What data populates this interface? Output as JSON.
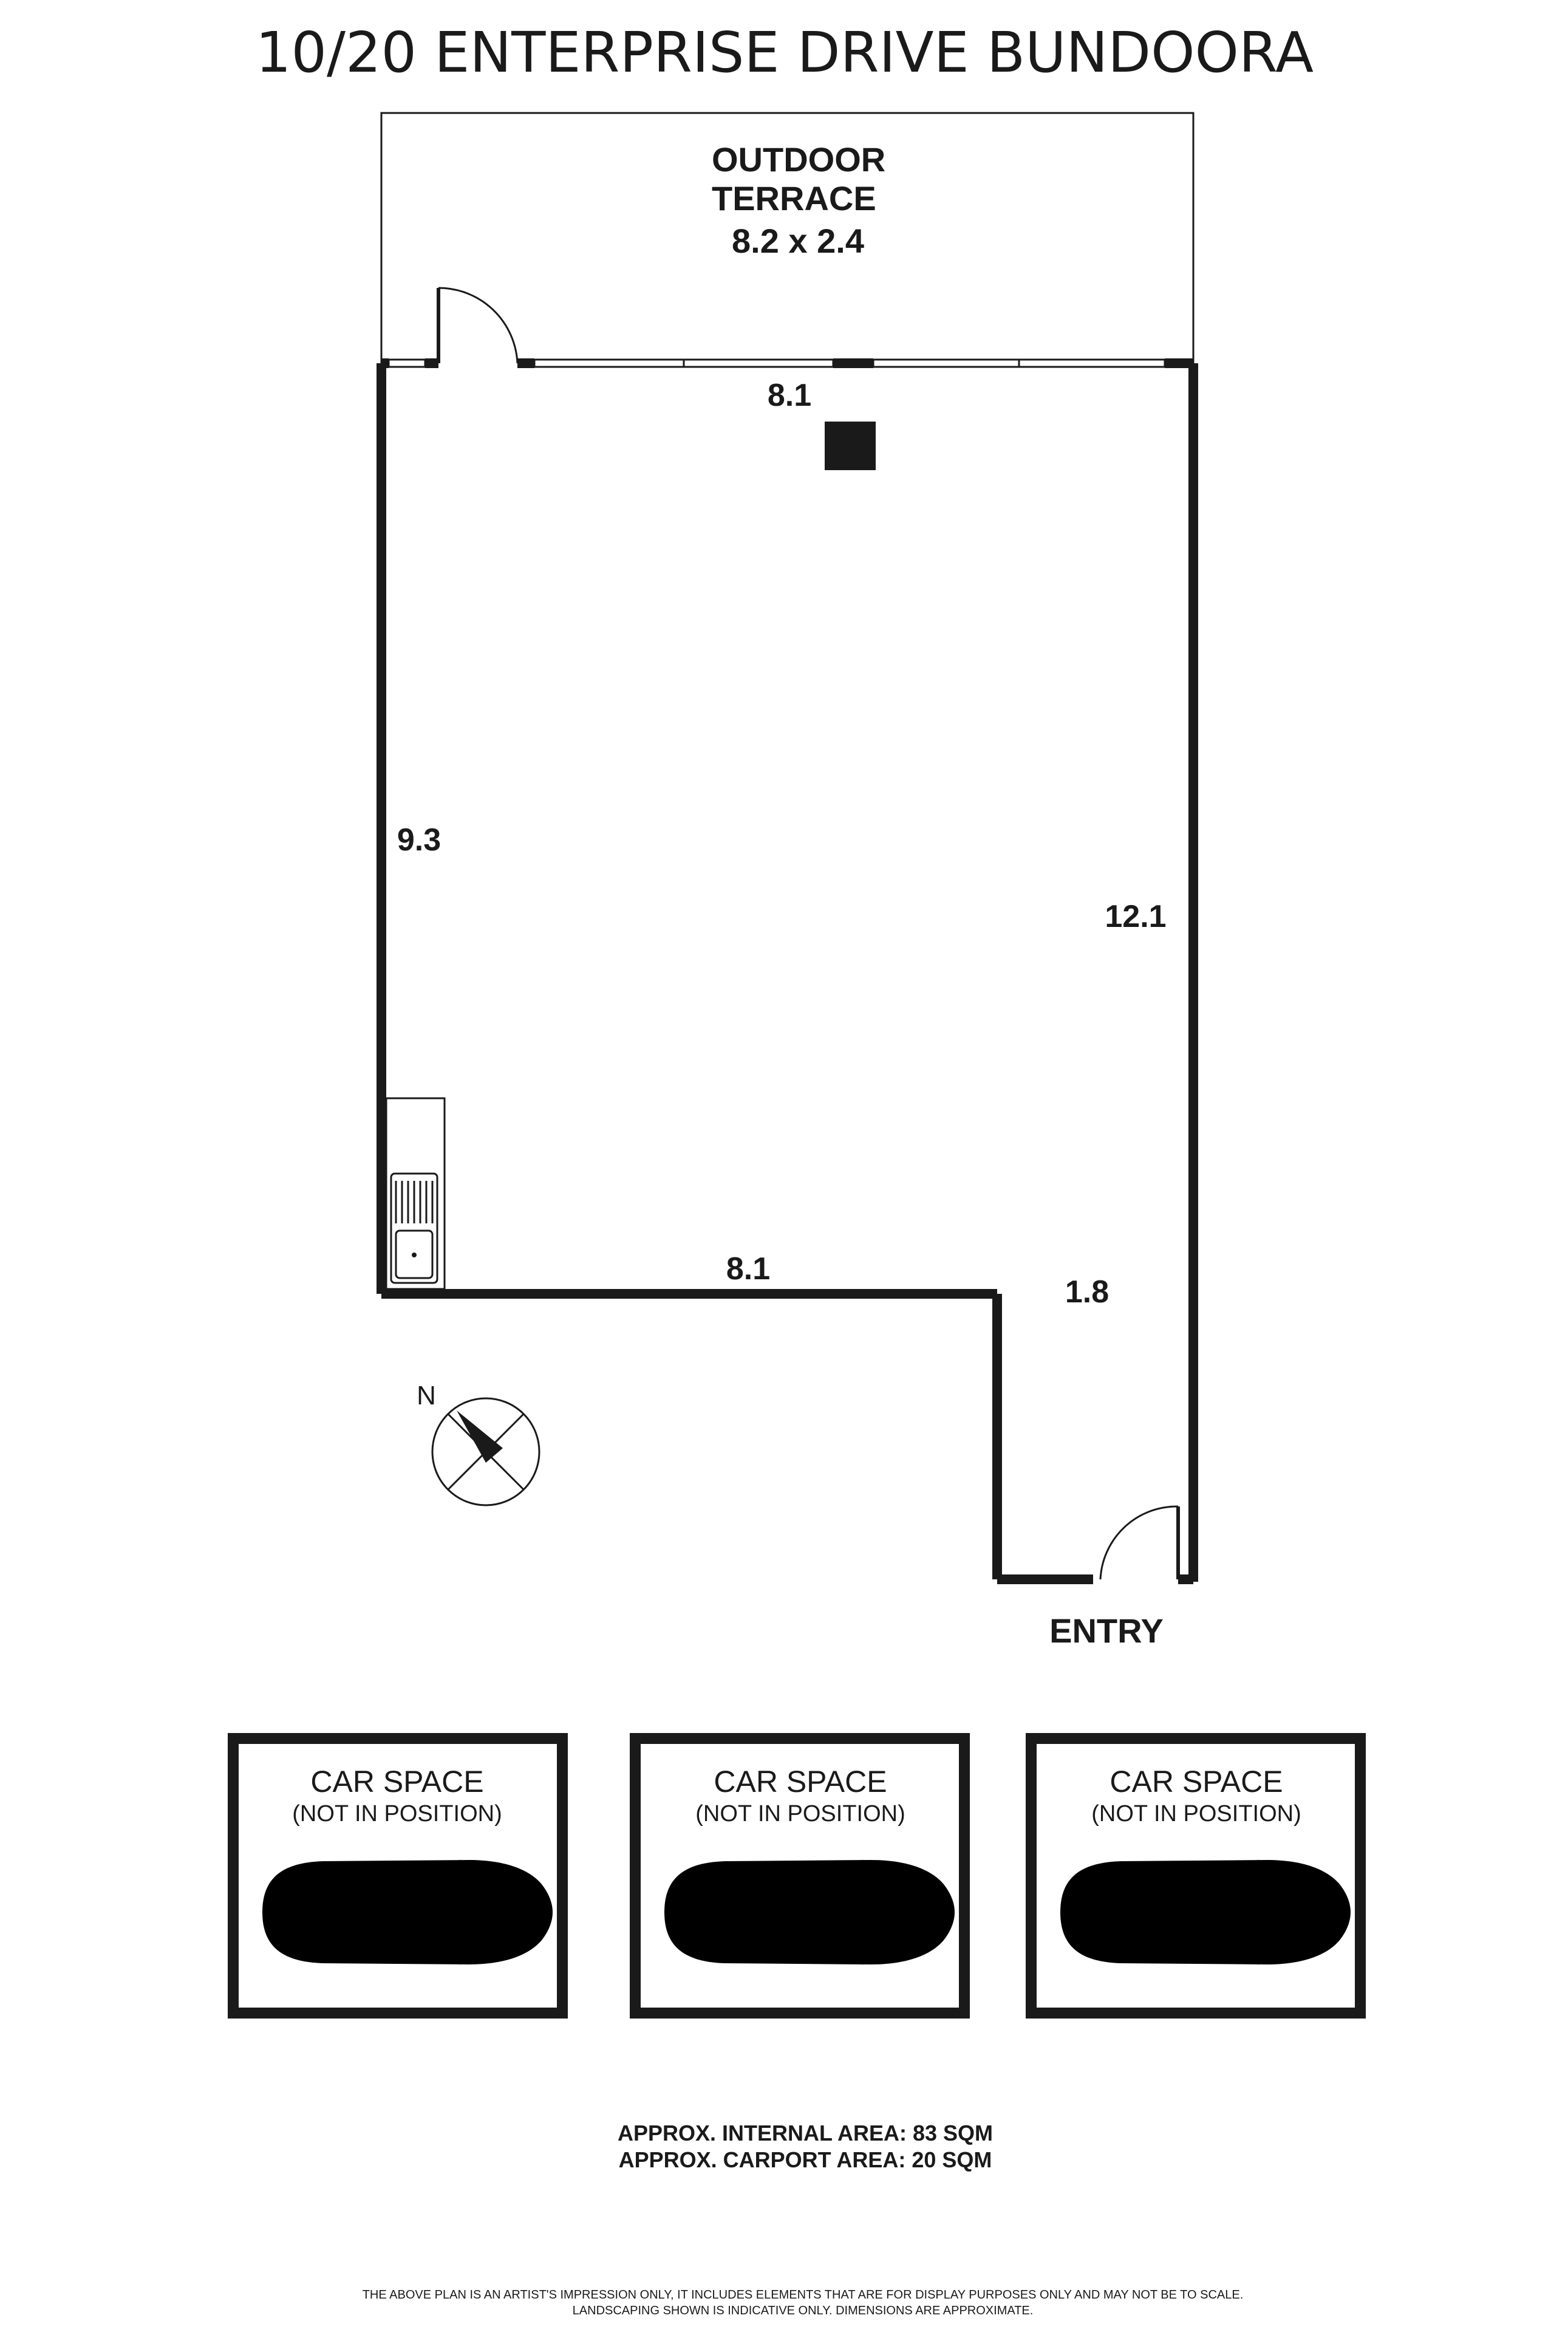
{
  "title": "10/20 ENTERPRISE DRIVE BUNDOORA",
  "terrace": {
    "line1": "OUTDOOR",
    "line2": "TERRACE",
    "size": "8.2 x 2.4"
  },
  "dimensions": {
    "top_wall": "8.1",
    "left_wall": "9.3",
    "right_wall": "12.1",
    "bottom_wall": "8.1",
    "entry_width": "1.8"
  },
  "compass": {
    "north_label": "N"
  },
  "entry_label": "ENTRY",
  "car_spaces": [
    {
      "title": "CAR SPACE",
      "subtitle": "(NOT IN POSITION)"
    },
    {
      "title": "CAR SPACE",
      "subtitle": "(NOT IN POSITION)"
    },
    {
      "title": "CAR SPACE",
      "subtitle": "(NOT IN POSITION)"
    }
  ],
  "areas": {
    "internal": "APPROX. INTERNAL AREA: 83 SQM",
    "carport": "APPROX. CARPORT AREA: 20 SQM"
  },
  "disclaimer": {
    "line1": "THE ABOVE PLAN IS AN ARTIST'S IMPRESSION ONLY, IT INCLUDES ELEMENTS THAT ARE FOR DISPLAY PURPOSES ONLY AND MAY NOT BE TO SCALE.",
    "line2": "LANDSCAPING SHOWN IS INDICATIVE ONLY. DIMENSIONS ARE APPROXIMATE."
  }
}
